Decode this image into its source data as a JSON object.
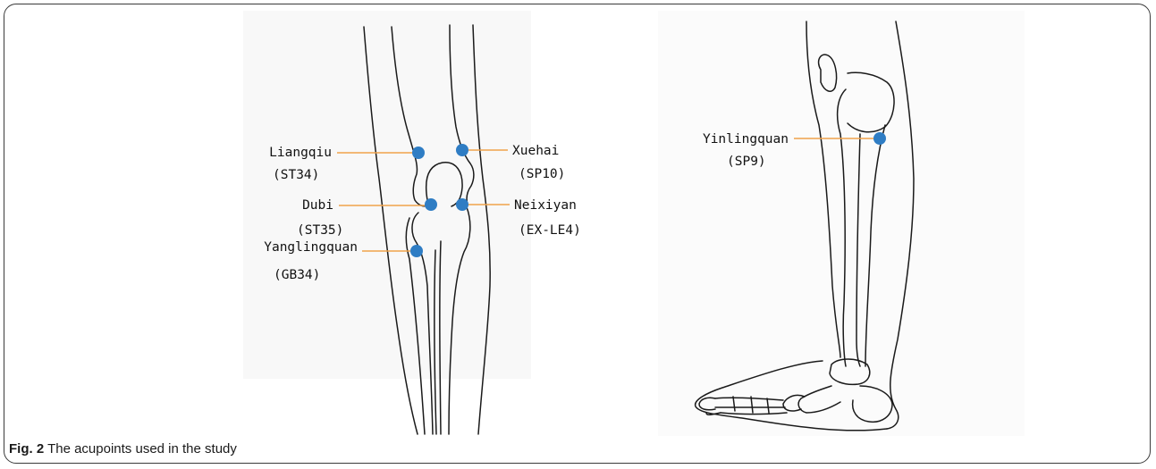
{
  "caption": {
    "figure_label": "Fig. 2",
    "text": "The acupoints used in the study"
  },
  "colors": {
    "acupoint": "#2f7dc4",
    "leader_line": "#f0a24a",
    "outline": "#1a1a1a"
  },
  "knee_view": {
    "acupoints": [
      {
        "name": "Liangqiu",
        "code": "(ST34)"
      },
      {
        "name": "Xuehai",
        "code": "(SP10)"
      },
      {
        "name": "Dubi",
        "code": "(ST35)"
      },
      {
        "name": "Neixiyan",
        "code": "(EX-LE4)"
      },
      {
        "name": "Yanglingquan",
        "code": "(GB34)"
      }
    ]
  },
  "leg_view": {
    "acupoints": [
      {
        "name": "Yinlingquan",
        "code": "(SP9)"
      }
    ]
  }
}
